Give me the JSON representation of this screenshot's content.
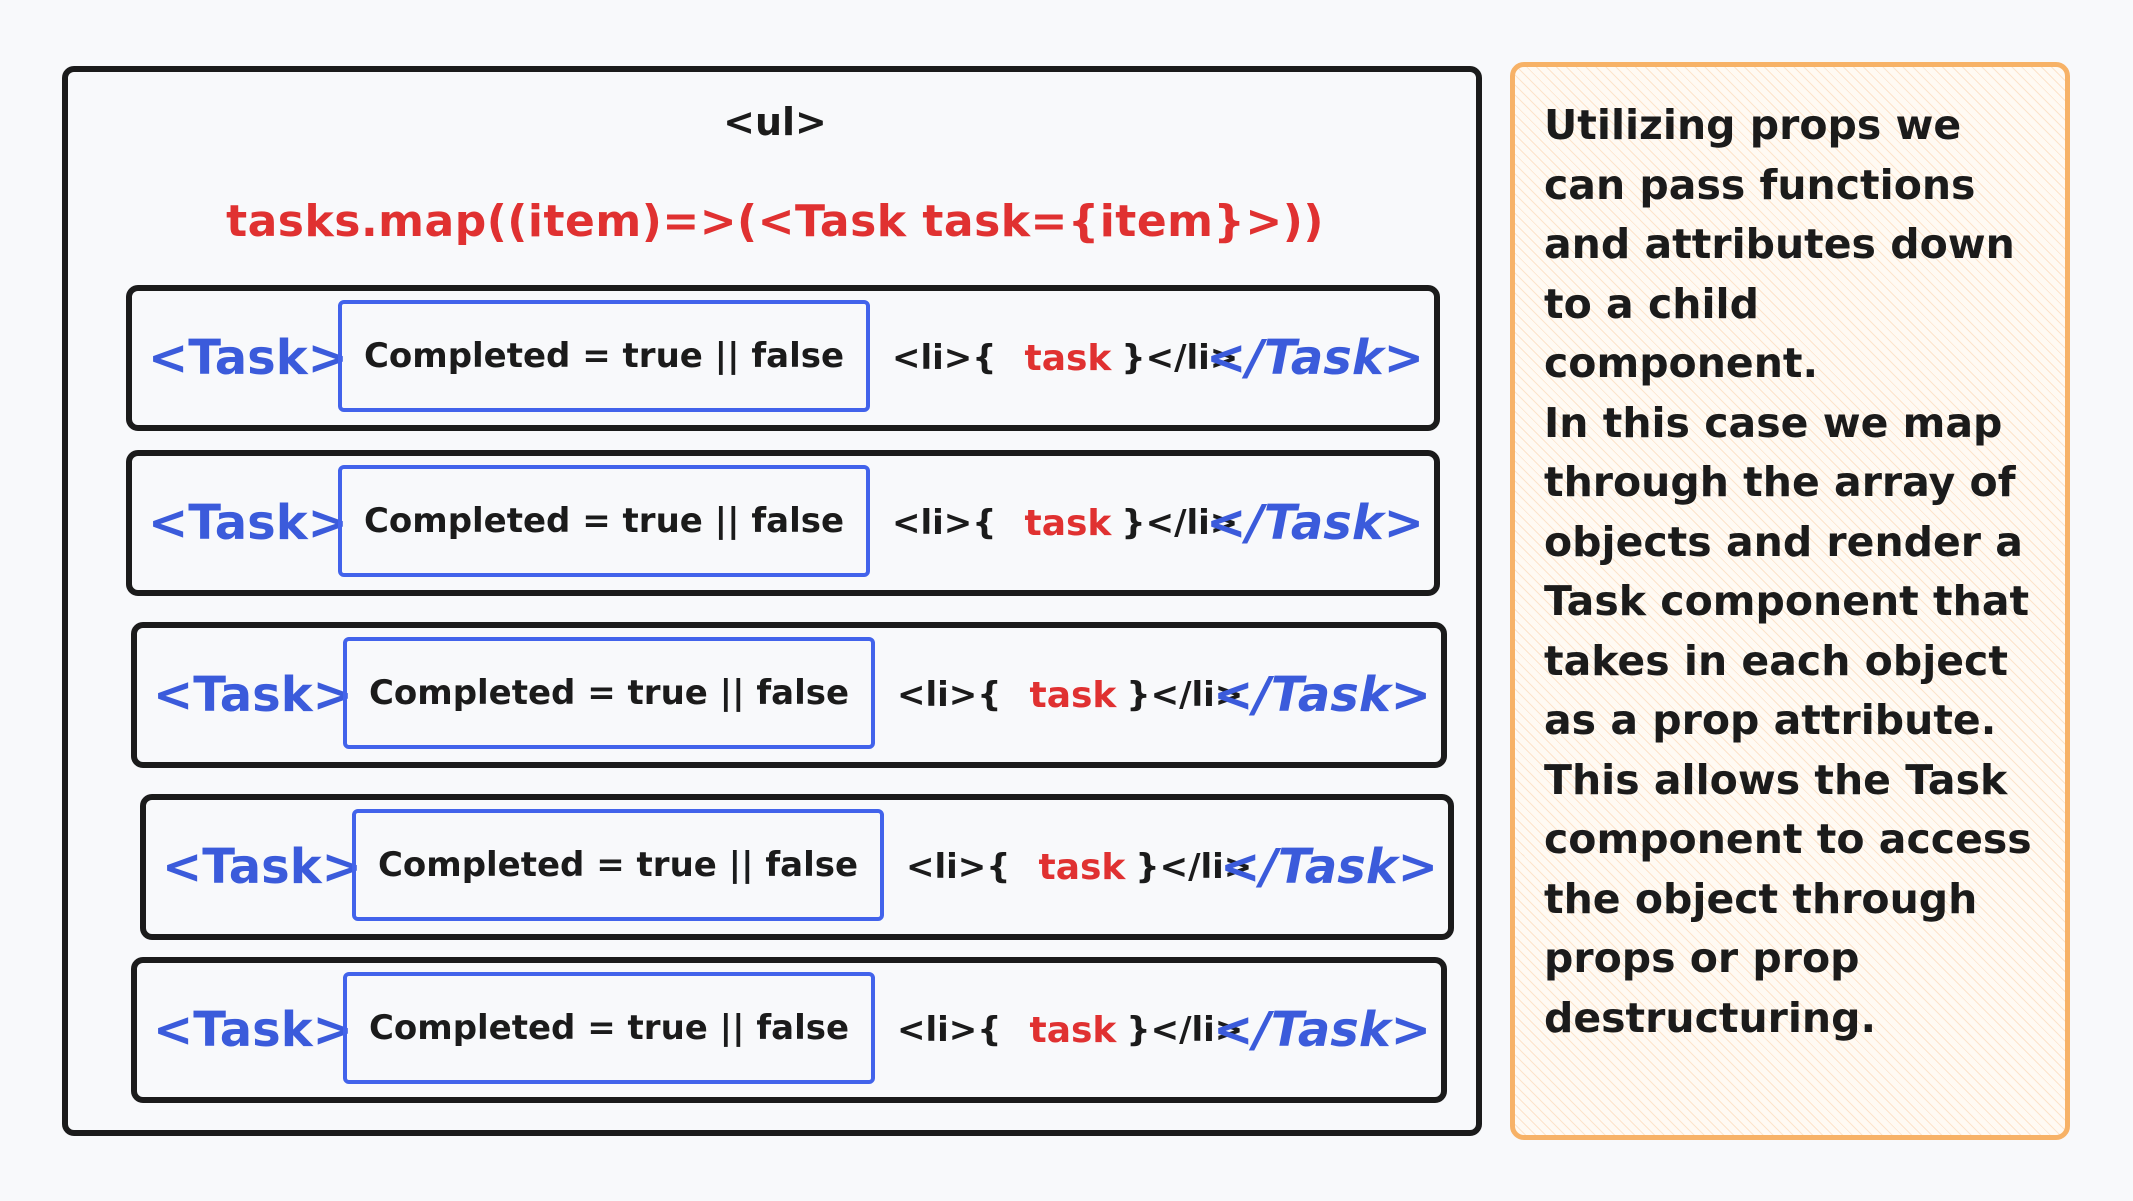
{
  "diagram": {
    "ul_tag": "<ul>",
    "map_expression": "tasks.map((item)=>(<Task task={item}>))",
    "task_rows": [
      {
        "open_tag": "<Task>",
        "completed_text": "Completed = true || false",
        "li_open": "<li>{",
        "task_var": "task",
        "li_close": "}</li>",
        "close_tag": "</Task>"
      },
      {
        "open_tag": "<Task>",
        "completed_text": "Completed = true || false",
        "li_open": "<li>{",
        "task_var": "task",
        "li_close": "}</li>",
        "close_tag": "</Task>"
      },
      {
        "open_tag": "<Task>",
        "completed_text": "Completed = true || false",
        "li_open": "<li>{",
        "task_var": "task",
        "li_close": "}</li>",
        "close_tag": "</Task>"
      },
      {
        "open_tag": "<Task>",
        "completed_text": "Completed = true || false",
        "li_open": "<li>{",
        "task_var": "task",
        "li_close": "}</li>",
        "close_tag": "</Task>"
      },
      {
        "open_tag": "<Task>",
        "completed_text": "Completed = true || false",
        "li_open": "<li>{",
        "task_var": "task",
        "li_close": "}</li>",
        "close_tag": "</Task>"
      }
    ],
    "note": {
      "lines": [
        "Utilizing props we",
        "can pass functions",
        "and attributes down",
        "to a child component.",
        "In this case we map",
        "through the array of",
        "objects and render a",
        "Task component that",
        "takes in each object",
        "as a prop attribute.",
        "This allows the Task",
        "component to access",
        "the object through",
        "props or prop",
        "destructuring."
      ]
    }
  },
  "colors": {
    "background": "#f8f9fb",
    "outline": "#1b1b1b",
    "tag_blue": "#3b5bdb",
    "box_blue": "#4263eb",
    "code_red": "#e03131",
    "note_border": "#f7b267"
  }
}
